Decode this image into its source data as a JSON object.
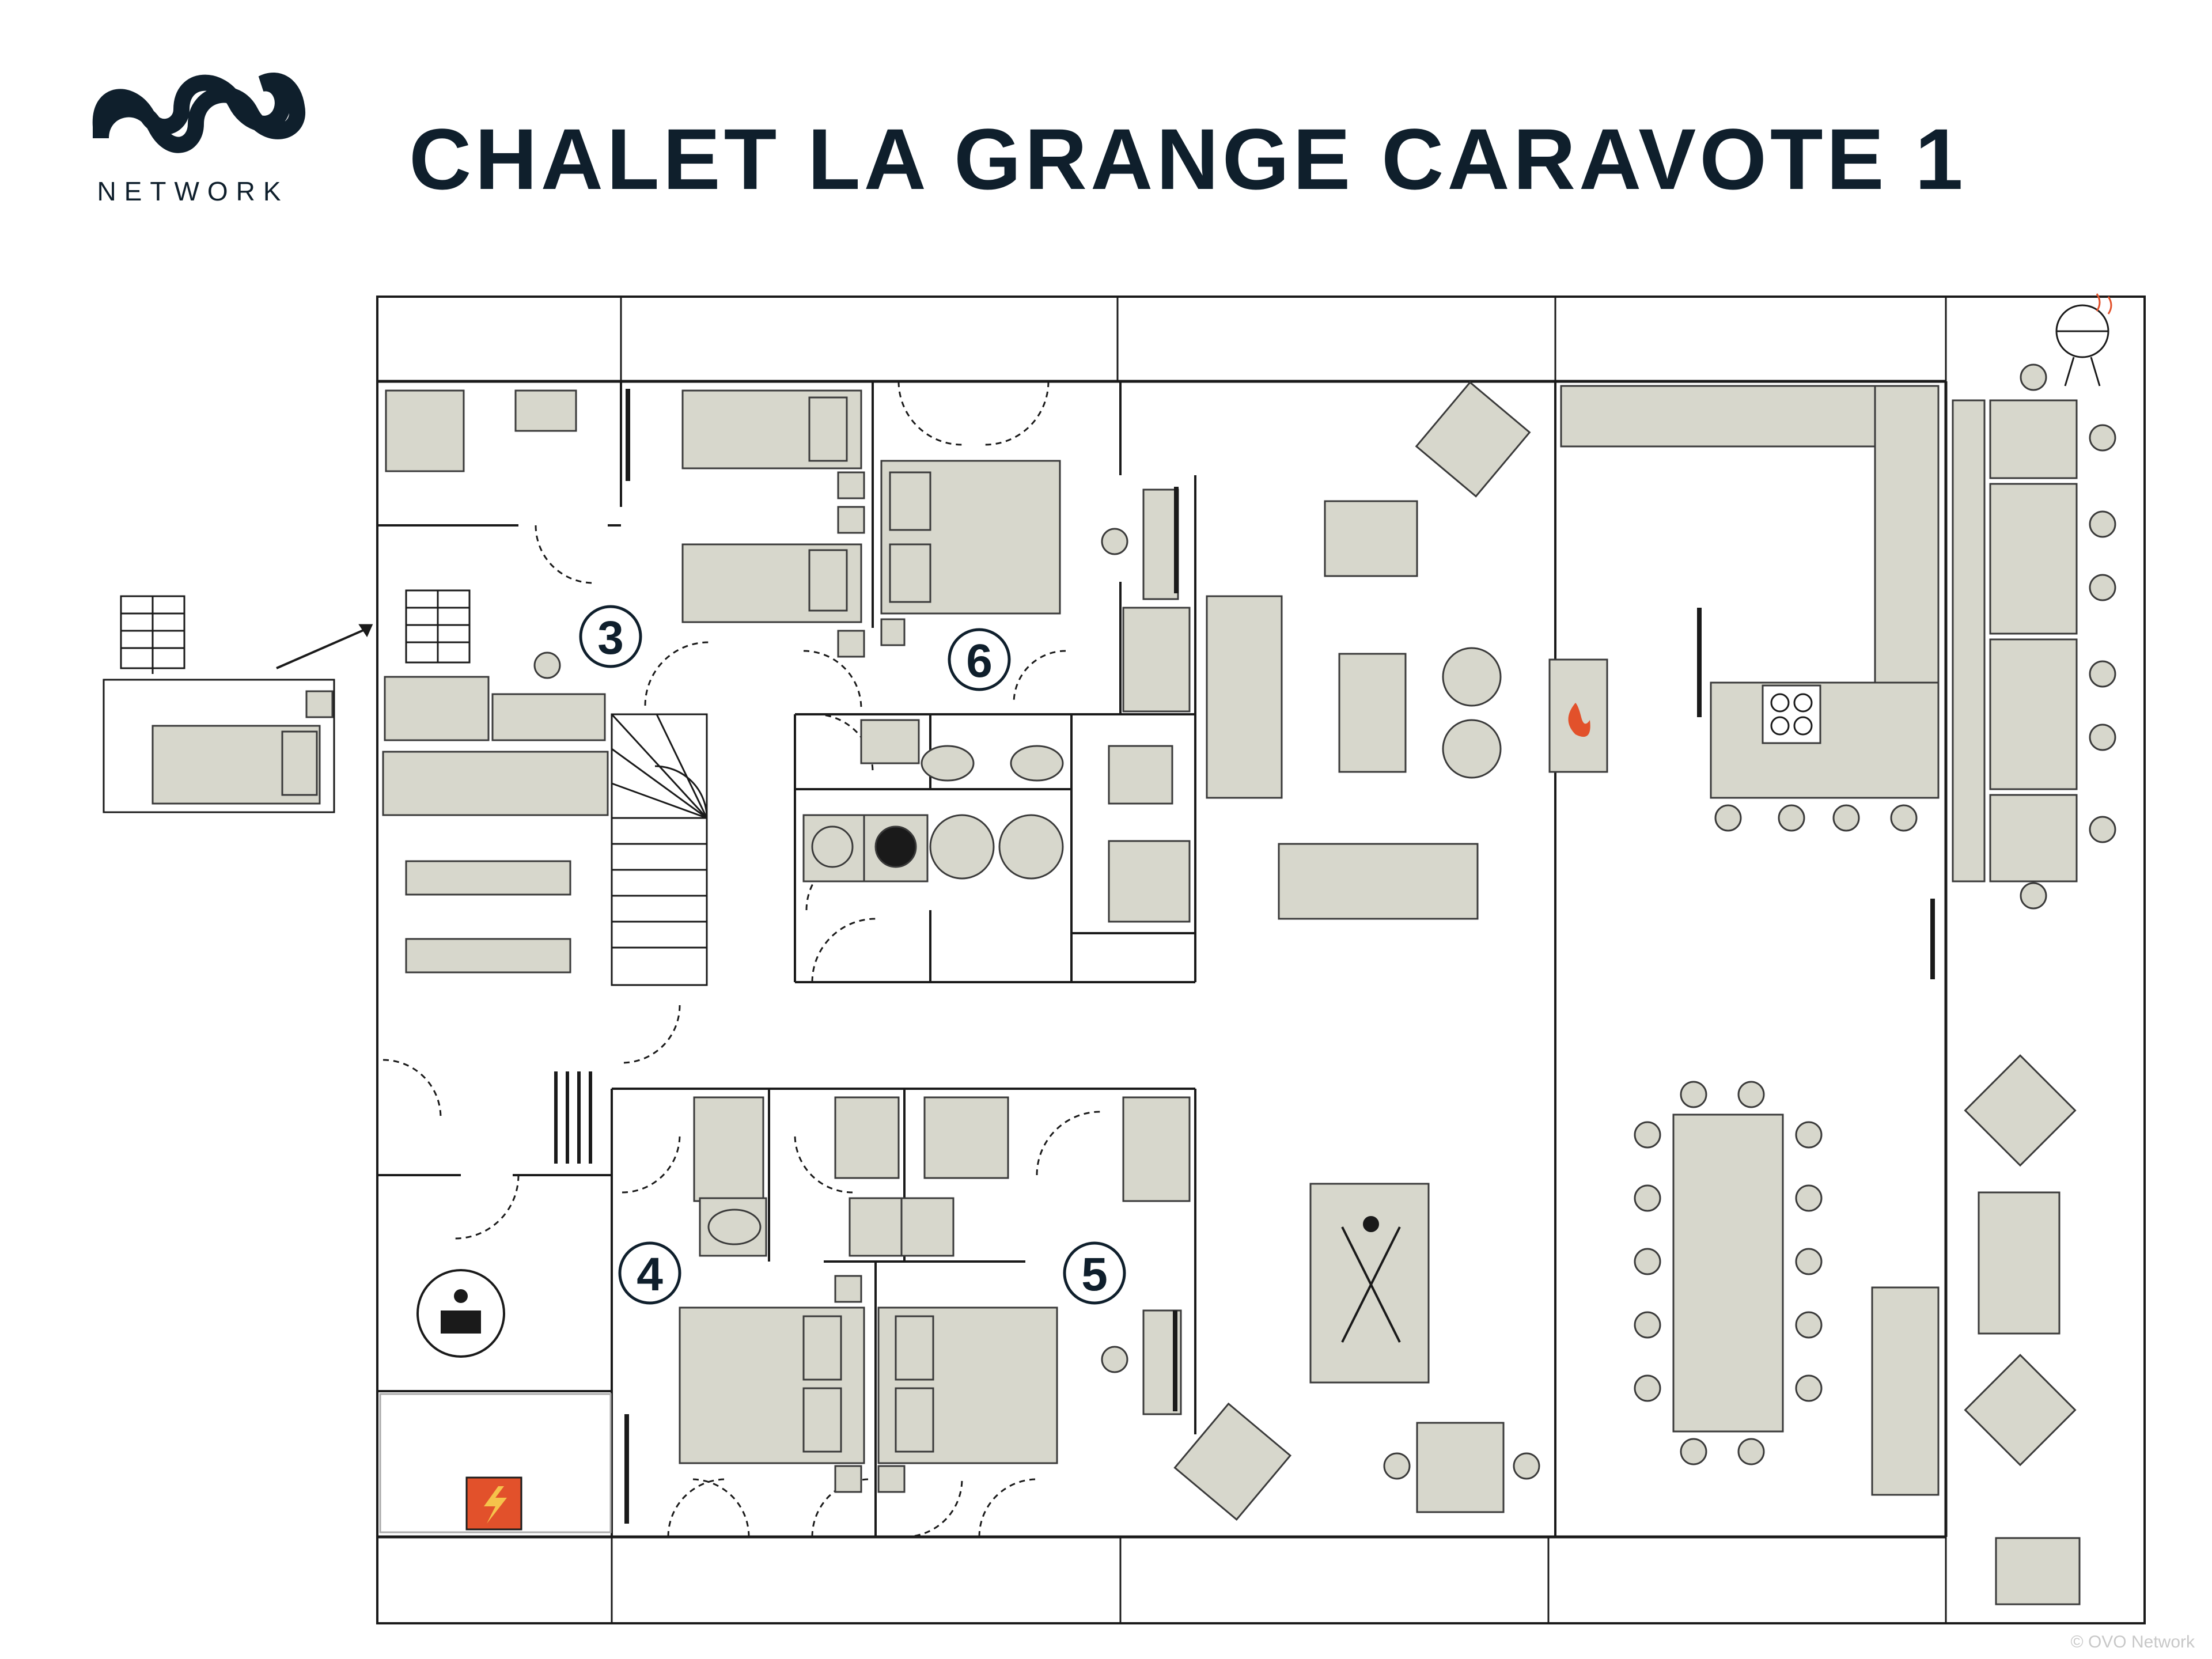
{
  "brand": {
    "name": "NETWORK",
    "logo": "ovo-logo"
  },
  "title": "CHALET LA GRANGE CARAVOTE 1",
  "rooms": [
    {
      "number": "3"
    },
    {
      "number": "6"
    },
    {
      "number": "4"
    },
    {
      "number": "5"
    }
  ],
  "icons": [
    "bbq-grill-icon",
    "sink-icon",
    "tap-icon",
    "oven-icon",
    "wine-fridge-icon",
    "cooktop-icon",
    "fireplace-icon",
    "fan-icon",
    "washer-icon",
    "dryer-icon",
    "water-heater-icon",
    "exercise-bike-icon",
    "sauna-heater-icon",
    "billiard-table-icon",
    "ski-rack-icon",
    "toilet-icon",
    "staircase-icon"
  ],
  "colors": {
    "ink": "#0f1f2c",
    "furniture": "#d7d7cc",
    "wall": "#1a1a1a",
    "accent": "#e2512b"
  },
  "copyright": "© OVO Network"
}
